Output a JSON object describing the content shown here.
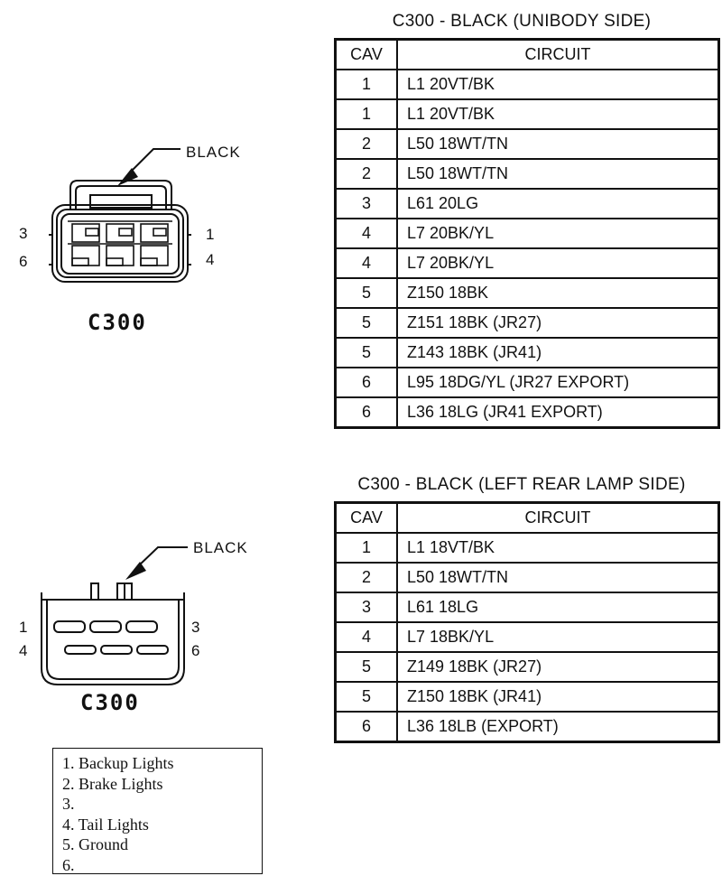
{
  "table1": {
    "title": "C300 - BLACK (UNIBODY SIDE)",
    "header": {
      "cav": "CAV",
      "circuit": "CIRCUIT"
    },
    "rows": [
      {
        "cav": "1",
        "circuit": "L1 20VT/BK"
      },
      {
        "cav": "1",
        "circuit": "L1 20VT/BK"
      },
      {
        "cav": "2",
        "circuit": "L50 18WT/TN"
      },
      {
        "cav": "2",
        "circuit": "L50 18WT/TN"
      },
      {
        "cav": "3",
        "circuit": "L61 20LG"
      },
      {
        "cav": "4",
        "circuit": "L7 20BK/YL"
      },
      {
        "cav": "4",
        "circuit": "L7 20BK/YL"
      },
      {
        "cav": "5",
        "circuit": "Z150 18BK"
      },
      {
        "cav": "5",
        "circuit": "Z151 18BK (JR27)"
      },
      {
        "cav": "5",
        "circuit": "Z143 18BK (JR41)"
      },
      {
        "cav": "6",
        "circuit": "L95 18DG/YL (JR27 EXPORT)"
      },
      {
        "cav": "6",
        "circuit": "L36 18LG (JR41 EXPORT)"
      }
    ]
  },
  "table2": {
    "title": "C300 - BLACK (LEFT REAR LAMP SIDE)",
    "header": {
      "cav": "CAV",
      "circuit": "CIRCUIT"
    },
    "rows": [
      {
        "cav": "1",
        "circuit": "L1 18VT/BK"
      },
      {
        "cav": "2",
        "circuit": "L50 18WT/TN"
      },
      {
        "cav": "3",
        "circuit": "L61 18LG"
      },
      {
        "cav": "4",
        "circuit": "L7 18BK/YL"
      },
      {
        "cav": "5",
        "circuit": "Z149 18BK (JR27)"
      },
      {
        "cav": "5",
        "circuit": "Z150 18BK (JR41)"
      },
      {
        "cav": "6",
        "circuit": "L36 18LB (EXPORT)"
      }
    ]
  },
  "connector1": {
    "callout": "BLACK",
    "label": "C300",
    "pins": {
      "top_left": "3",
      "bottom_left": "6",
      "top_right": "1",
      "bottom_right": "4"
    }
  },
  "connector2": {
    "callout": "BLACK",
    "label": "C300",
    "pins": {
      "top_left": "1",
      "bottom_left": "4",
      "top_right": "3",
      "bottom_right": "6"
    }
  },
  "legend": {
    "items": [
      "1.  Backup Lights",
      "2.  Brake Lights",
      "3.",
      "4.  Tail Lights",
      "5.  Ground",
      "6."
    ]
  }
}
